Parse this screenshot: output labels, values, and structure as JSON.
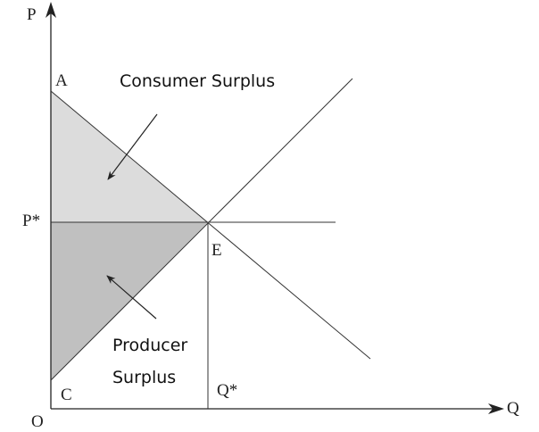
{
  "axes": {
    "y_label": "P",
    "x_label": "Q",
    "origin_label": "O"
  },
  "points": {
    "a": "A",
    "c": "C",
    "e": "E",
    "p_star": "P*",
    "q_star": "Q*"
  },
  "regions": {
    "consumer_surplus": {
      "label": "Consumer Surplus",
      "color": "#dcdcdc"
    },
    "producer_surplus": {
      "label_line1": "Producer",
      "label_line2": "Surplus",
      "color": "#c0c0c0"
    }
  }
}
